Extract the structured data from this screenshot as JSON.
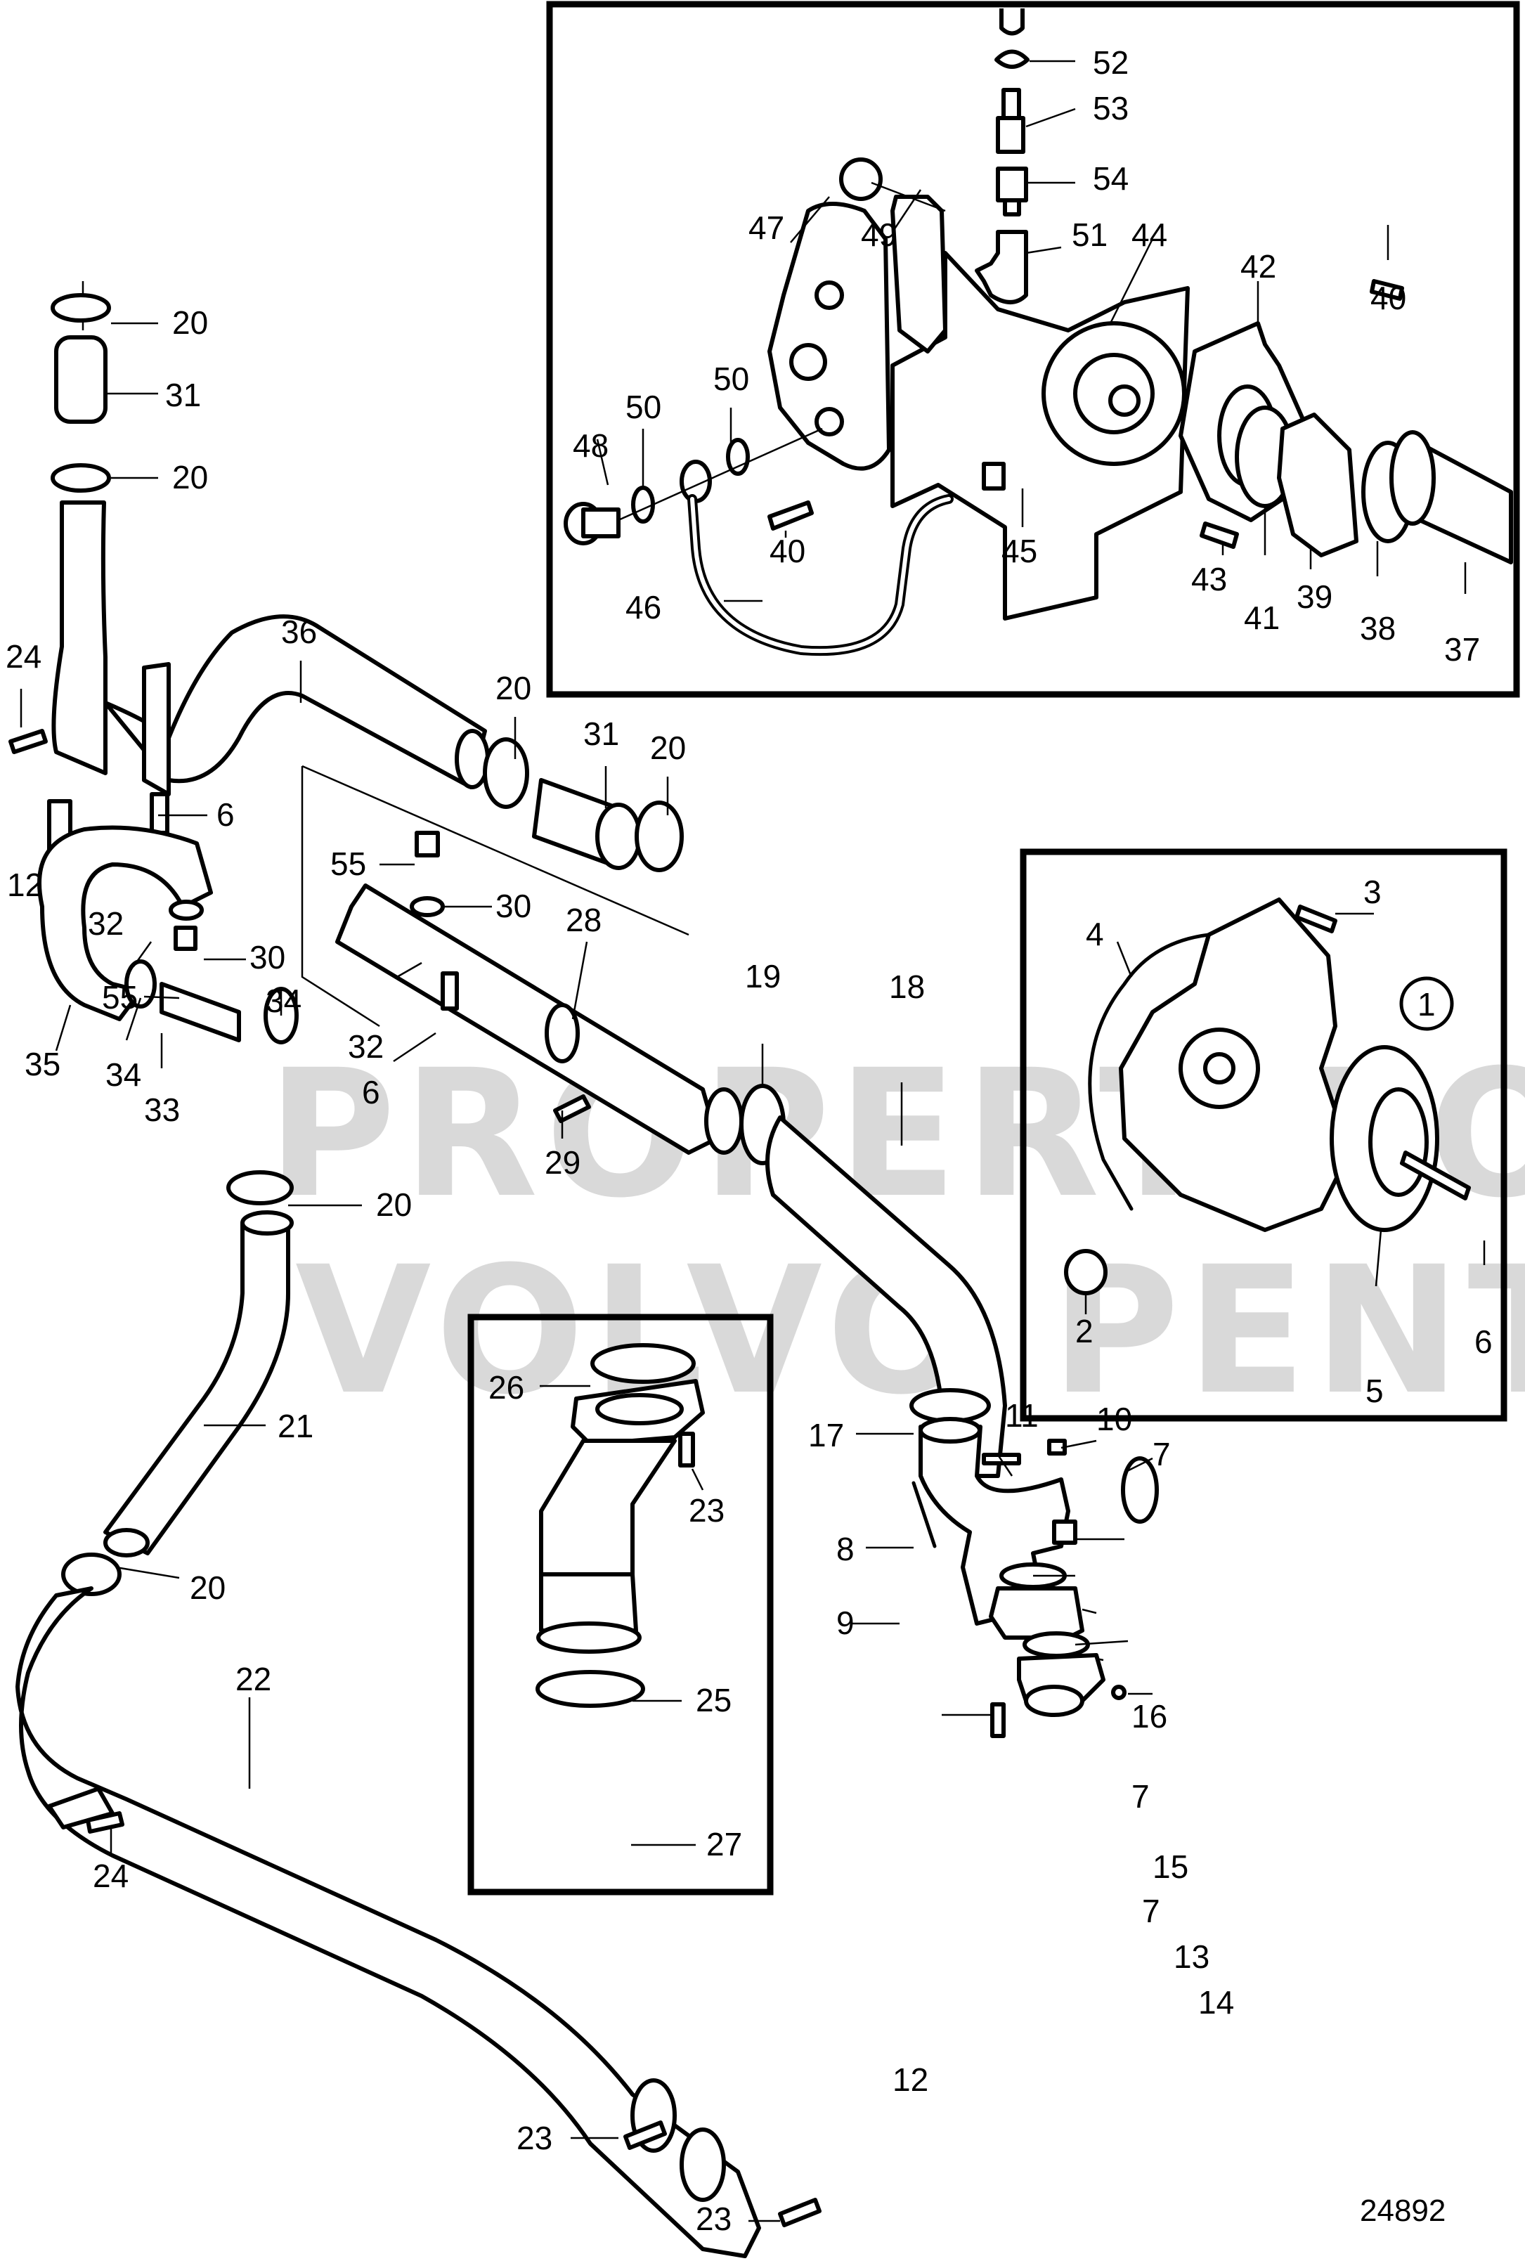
{
  "diagram": {
    "title": "Volvo Penta exploded parts diagram - cooling system hoses, thermostat housing and water pump",
    "figure_number": "24892",
    "watermark": [
      "PROPERTY OF",
      "VOLVO PENTA"
    ],
    "insets": [
      {
        "id": "thermostat-housing-inset",
        "parts": [
          "37",
          "38",
          "39",
          "40",
          "41",
          "42",
          "43",
          "44",
          "45",
          "46",
          "47",
          "48",
          "49",
          "50",
          "51",
          "52",
          "53",
          "54"
        ]
      },
      {
        "id": "water-pump-inset",
        "marker": "1",
        "parts": [
          "2",
          "3",
          "4",
          "5",
          "6"
        ]
      },
      {
        "id": "pipe-inset",
        "parts": [
          "23",
          "25",
          "26",
          "27"
        ]
      }
    ],
    "callouts": {
      "top_inset": [
        "52",
        "53",
        "54",
        "51",
        "47",
        "49",
        "44",
        "42",
        "40",
        "50",
        "50",
        "48",
        "45",
        "40",
        "43",
        "41",
        "39",
        "38",
        "37",
        "46"
      ],
      "upper_left": [
        "20",
        "31",
        "20",
        "24",
        "36",
        "20",
        "31",
        "20",
        "12",
        "6",
        "55",
        "30",
        "32",
        "30",
        "55",
        "28",
        "19",
        "18",
        "35",
        "34",
        "33",
        "34",
        "32",
        "6",
        "29",
        "20"
      ],
      "water_pump": [
        "3",
        "4",
        "1",
        "2",
        "5",
        "6"
      ],
      "middle_left": [
        "21",
        "20",
        "22",
        "24"
      ],
      "pipe_inset": [
        "26",
        "23",
        "25",
        "27"
      ],
      "thermostat_lower": [
        "17",
        "11",
        "10",
        "7",
        "8",
        "9",
        "16",
        "7",
        "15",
        "7",
        "13",
        "14",
        "12"
      ],
      "bottom": [
        "23",
        "23"
      ]
    }
  }
}
